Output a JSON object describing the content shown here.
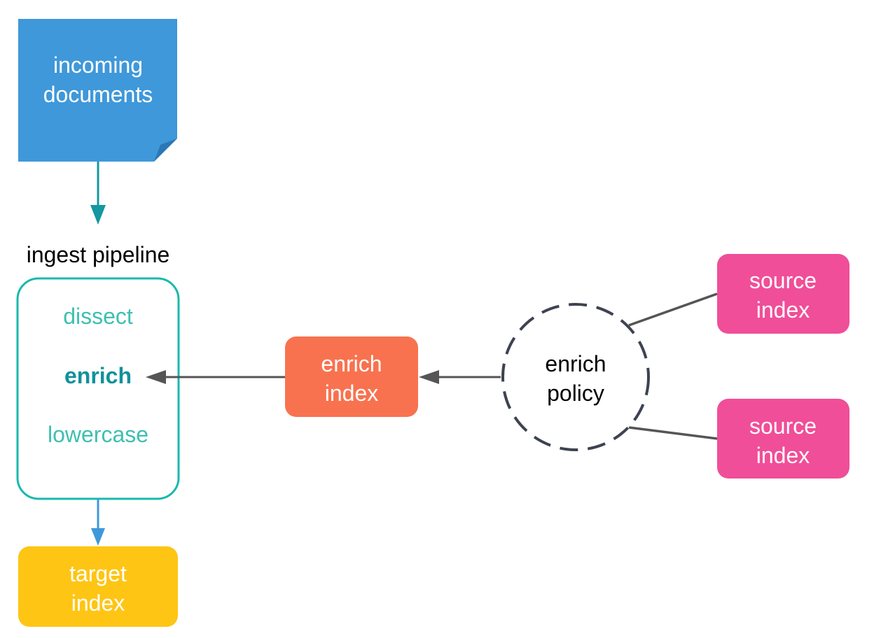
{
  "nodes": {
    "incoming_documents": {
      "line1": "incoming",
      "line2": "documents",
      "fill": "#3f98d9",
      "fold": "#2c77b5",
      "text_color": "#ffffff"
    },
    "ingest_pipeline": {
      "label": "ingest pipeline",
      "border": "#19b9ac",
      "processors": {
        "dissect": "dissect",
        "enrich": "enrich",
        "lowercase": "lowercase"
      },
      "processor_color": "#3ebfb0",
      "enrich_color": "#11919c"
    },
    "target_index": {
      "line1": "target",
      "line2": "index",
      "fill": "#fec514"
    },
    "enrich_index": {
      "line1": "enrich",
      "line2": "index",
      "fill": "#f8724f"
    },
    "enrich_policy": {
      "line1": "enrich",
      "line2": "policy",
      "border": "#3d4350"
    },
    "source_index_1": {
      "line1": "source",
      "line2": "index",
      "fill": "#f04e98"
    },
    "source_index_2": {
      "line1": "source",
      "line2": "index",
      "fill": "#f04e98"
    }
  },
  "edges": [
    {
      "from": "incoming_documents",
      "to": "ingest_pipeline",
      "color": "#14979f"
    },
    {
      "from": "ingest_pipeline",
      "to": "target_index",
      "color": "#3f98d9"
    },
    {
      "from": "enrich_index",
      "to": "ingest_pipeline.enrich",
      "color": "#555555"
    },
    {
      "from": "enrich_policy",
      "to": "enrich_index",
      "color": "#555555"
    },
    {
      "from": "source_index_1",
      "to": "enrich_policy",
      "color": "#555555"
    },
    {
      "from": "source_index_2",
      "to": "enrich_policy",
      "color": "#555555"
    }
  ]
}
